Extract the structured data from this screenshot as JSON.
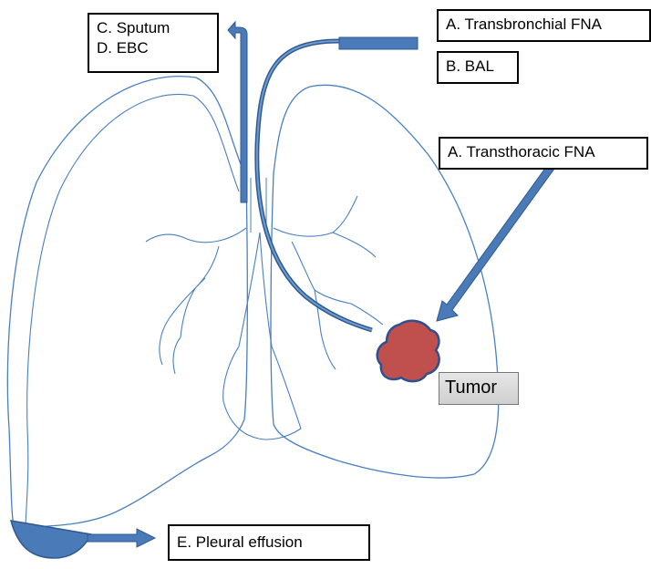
{
  "labels": {
    "sputum_ebc": [
      "C. Sputum",
      "D. EBC"
    ],
    "transbronchial": "A. Transbronchial FNA",
    "bal": "B. BAL",
    "transthoracic": "A. Transthoracic FNA",
    "tumor": "Tumor",
    "pleural": "E. Pleural effusion"
  },
  "colors": {
    "lung_outline": "#4a7fc1",
    "arrow_fill": "#4a7ab8",
    "arrow_stroke": "#2f5a8f",
    "tumor_fill": "#c0504d",
    "tumor_stroke": "#2f4f8f",
    "box_border": "#000000"
  }
}
